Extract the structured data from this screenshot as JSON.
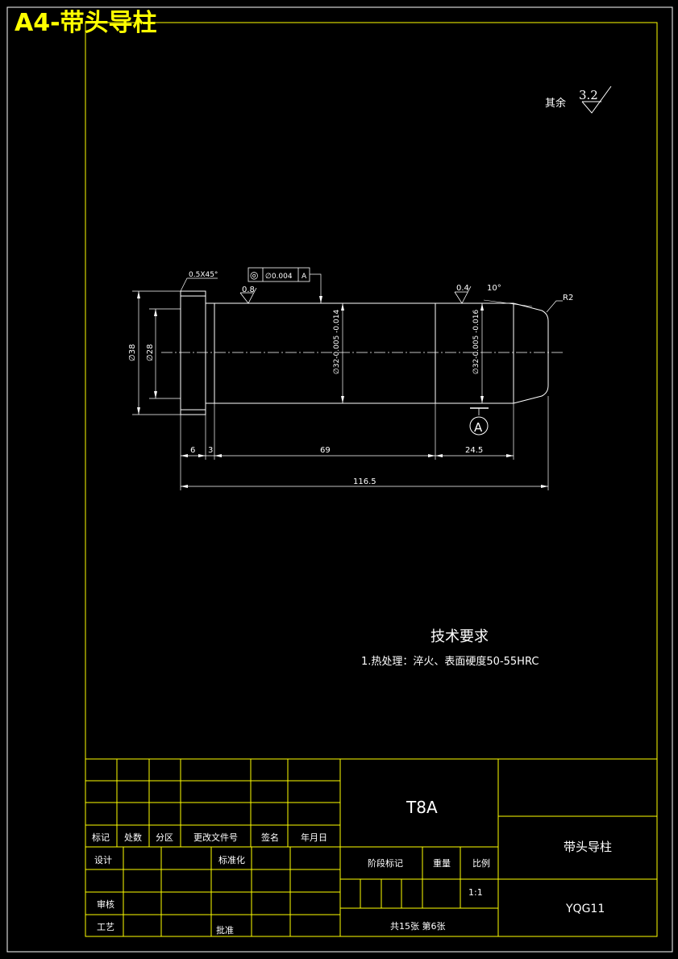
{
  "header_title": "A4-带头导柱",
  "roughness_note": {
    "label": "其余",
    "value": "3.2"
  },
  "drawing": {
    "chamfer": "0.5X45°",
    "tolerance_frame": {
      "symbol": "◎",
      "value": "∅0.004",
      "datum": "A"
    },
    "roughness_left": "0.8",
    "roughness_right": "0.4",
    "angle": "10°",
    "radius": "R2",
    "dia_head": "∅38",
    "dia_inner": "∅28",
    "dia_main": "∅32-0.005 -0.014",
    "dia_tip": "∅32-0.005 -0.016",
    "datum_label": "A",
    "dims": {
      "d6": "6",
      "d3": "3",
      "d69": "69",
      "d24": "24.5",
      "total": "116.5"
    }
  },
  "tech_requirements": {
    "title": "技术要求",
    "item1": "1.热处理：淬火、表面硬度50-55HRC"
  },
  "title_block": {
    "material": "T8A",
    "part_name": "带头导柱",
    "drawing_no": "YQG11",
    "labels": {
      "mark": "标记",
      "count": "处数",
      "zone": "分区",
      "change_doc": "更改文件号",
      "sign": "签名",
      "date": "年月日",
      "design": "设计",
      "standardize": "标准化",
      "review": "审核",
      "process": "工艺",
      "approve": "批准",
      "stage": "阶段标记",
      "weight": "重量",
      "scale": "比例"
    },
    "scale_value": "1:1",
    "sheets": "共15张 第6张"
  }
}
